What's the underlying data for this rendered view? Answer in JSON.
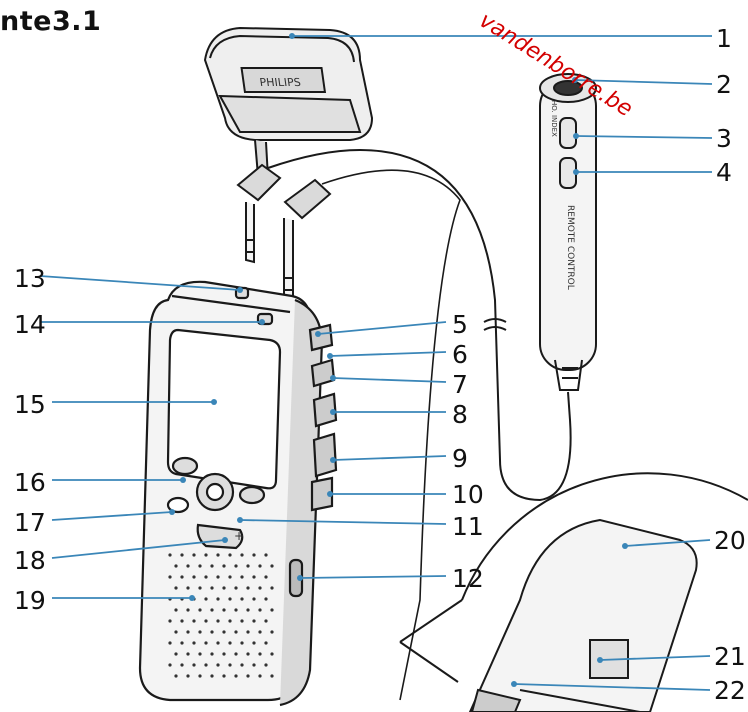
{
  "title": "nte3.1",
  "watermark": "vandenborre.be",
  "device_texts": {
    "brand_plate": "PHILIPS",
    "remote_label": "REMOTE CONTROL",
    "remote_keys": "HO. INDEX"
  },
  "callouts": [
    "1",
    "2",
    "3",
    "4",
    "5",
    "6",
    "7",
    "8",
    "9",
    "10",
    "11",
    "12",
    "13",
    "14",
    "15",
    "16",
    "17",
    "18",
    "19",
    "20",
    "21",
    "22"
  ],
  "colors": {
    "leader_line": "#3a86b8",
    "outline": "#1a1a1a",
    "watermark": "#d30000",
    "body_fill": "#f2f2f2",
    "shade": "#c8c8c8"
  }
}
